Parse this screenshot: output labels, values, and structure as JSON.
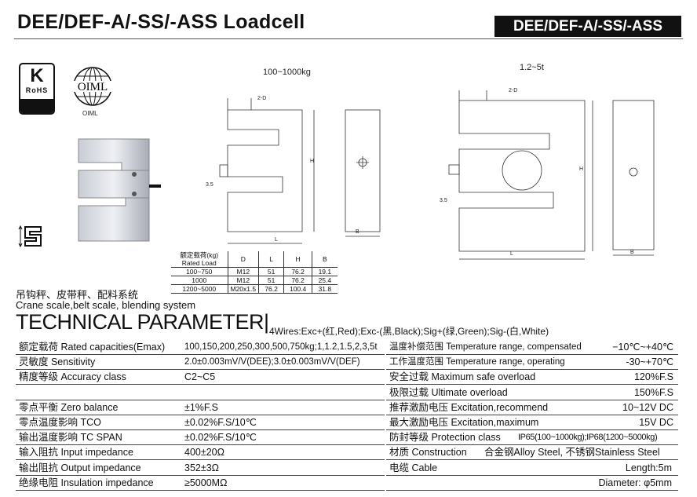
{
  "header": {
    "title": "DEE/DEF-A/-SS/-ASS  Loadcell",
    "tag": "DEE/DEF-A/-SS/-ASS"
  },
  "logos": {
    "rohs": "RoHS",
    "rohs_letter": "K",
    "oiml": "OIML",
    "oiml_caption": "OIML"
  },
  "drawings": {
    "small_range": "100~1000kg",
    "large_range": "1.2~5t",
    "dims": {
      "d": "2-D",
      "offset": "3.5",
      "h": "H",
      "l": "L",
      "b": "B"
    }
  },
  "dim_table": {
    "headers": [
      "额定载荷(kg) Rated Load",
      "D",
      "L",
      "H",
      "B"
    ],
    "rows": [
      [
        "100~750",
        "M12",
        "51",
        "76.2",
        "19.1"
      ],
      [
        "1000",
        "M12",
        "51",
        "76.2",
        "25.4"
      ],
      [
        "1200~5000",
        "M20x1.5",
        "76.2",
        "100.4",
        "31.8"
      ]
    ]
  },
  "applications": {
    "cn": "吊钩秤、皮带秤、配料系统",
    "en": "Crane scale,belt scale, blending system"
  },
  "tech": {
    "title": "TECHNICAL PARAMETER|",
    "wires": "4Wires:Exc+(红,Red);Exc-(黑,Black);Sig+(绿,Green);Sig-(白,White)",
    "left": [
      {
        "label": "额定载荷 Rated capacities(Emax)",
        "value": "100,150,200,250,300,500,750kg;1,1.2,1.5,2,3,5t"
      },
      {
        "label": "灵敏度 Sensitivity",
        "value": "2.0±0.003mV/V(DEE);3.0±0.003mV/V(DEF)"
      },
      {
        "label": "精度等级 Accuracy class",
        "value": "C2~C5"
      },
      {
        "label": "",
        "value": ""
      },
      {
        "label": "零点平衡 Zero balance",
        "value": "±1%F.S"
      },
      {
        "label": "零点温度影响 TCO",
        "value": "±0.02%F.S/10℃"
      },
      {
        "label": "输出温度影响 TC SPAN",
        "value": "±0.02%F.S/10℃"
      },
      {
        "label": "输入阻抗 Input  impedance",
        "value": "400±20Ω"
      },
      {
        "label": "输出阻抗 Output  impedance",
        "value": "352±3Ω"
      },
      {
        "label": "绝缘电阻 Insulation impedance",
        "value": "≥5000MΩ"
      }
    ],
    "right": [
      {
        "label": "温度补偿范围 Temperature range, compensated",
        "value": "−10℃~+40℃"
      },
      {
        "label": "工作温度范围 Temperature range, operating",
        "value": "-30~+70℃"
      },
      {
        "label": "安全过载 Maximum safe overload",
        "value": "120%F.S"
      },
      {
        "label": "极限过载 Ultimate overload",
        "value": "150%F.S"
      },
      {
        "label": "推荐激励电压 Excitation,recommend",
        "value": "10~12V DC"
      },
      {
        "label": "最大激励电压 Excitation,maximum",
        "value": "15V DC"
      },
      {
        "label": "防封等级  Protection class",
        "value": "IP65(100~1000kg);IP68(1200~5000kg)"
      },
      {
        "label": "材质 Construction",
        "value": "合金钢Alloy Steel, 不锈钢Stainless Steel"
      },
      {
        "label": "电缆 Cable",
        "value": "Length:5m"
      },
      {
        "label": "",
        "value": "Diameter: φ5mm"
      }
    ]
  }
}
